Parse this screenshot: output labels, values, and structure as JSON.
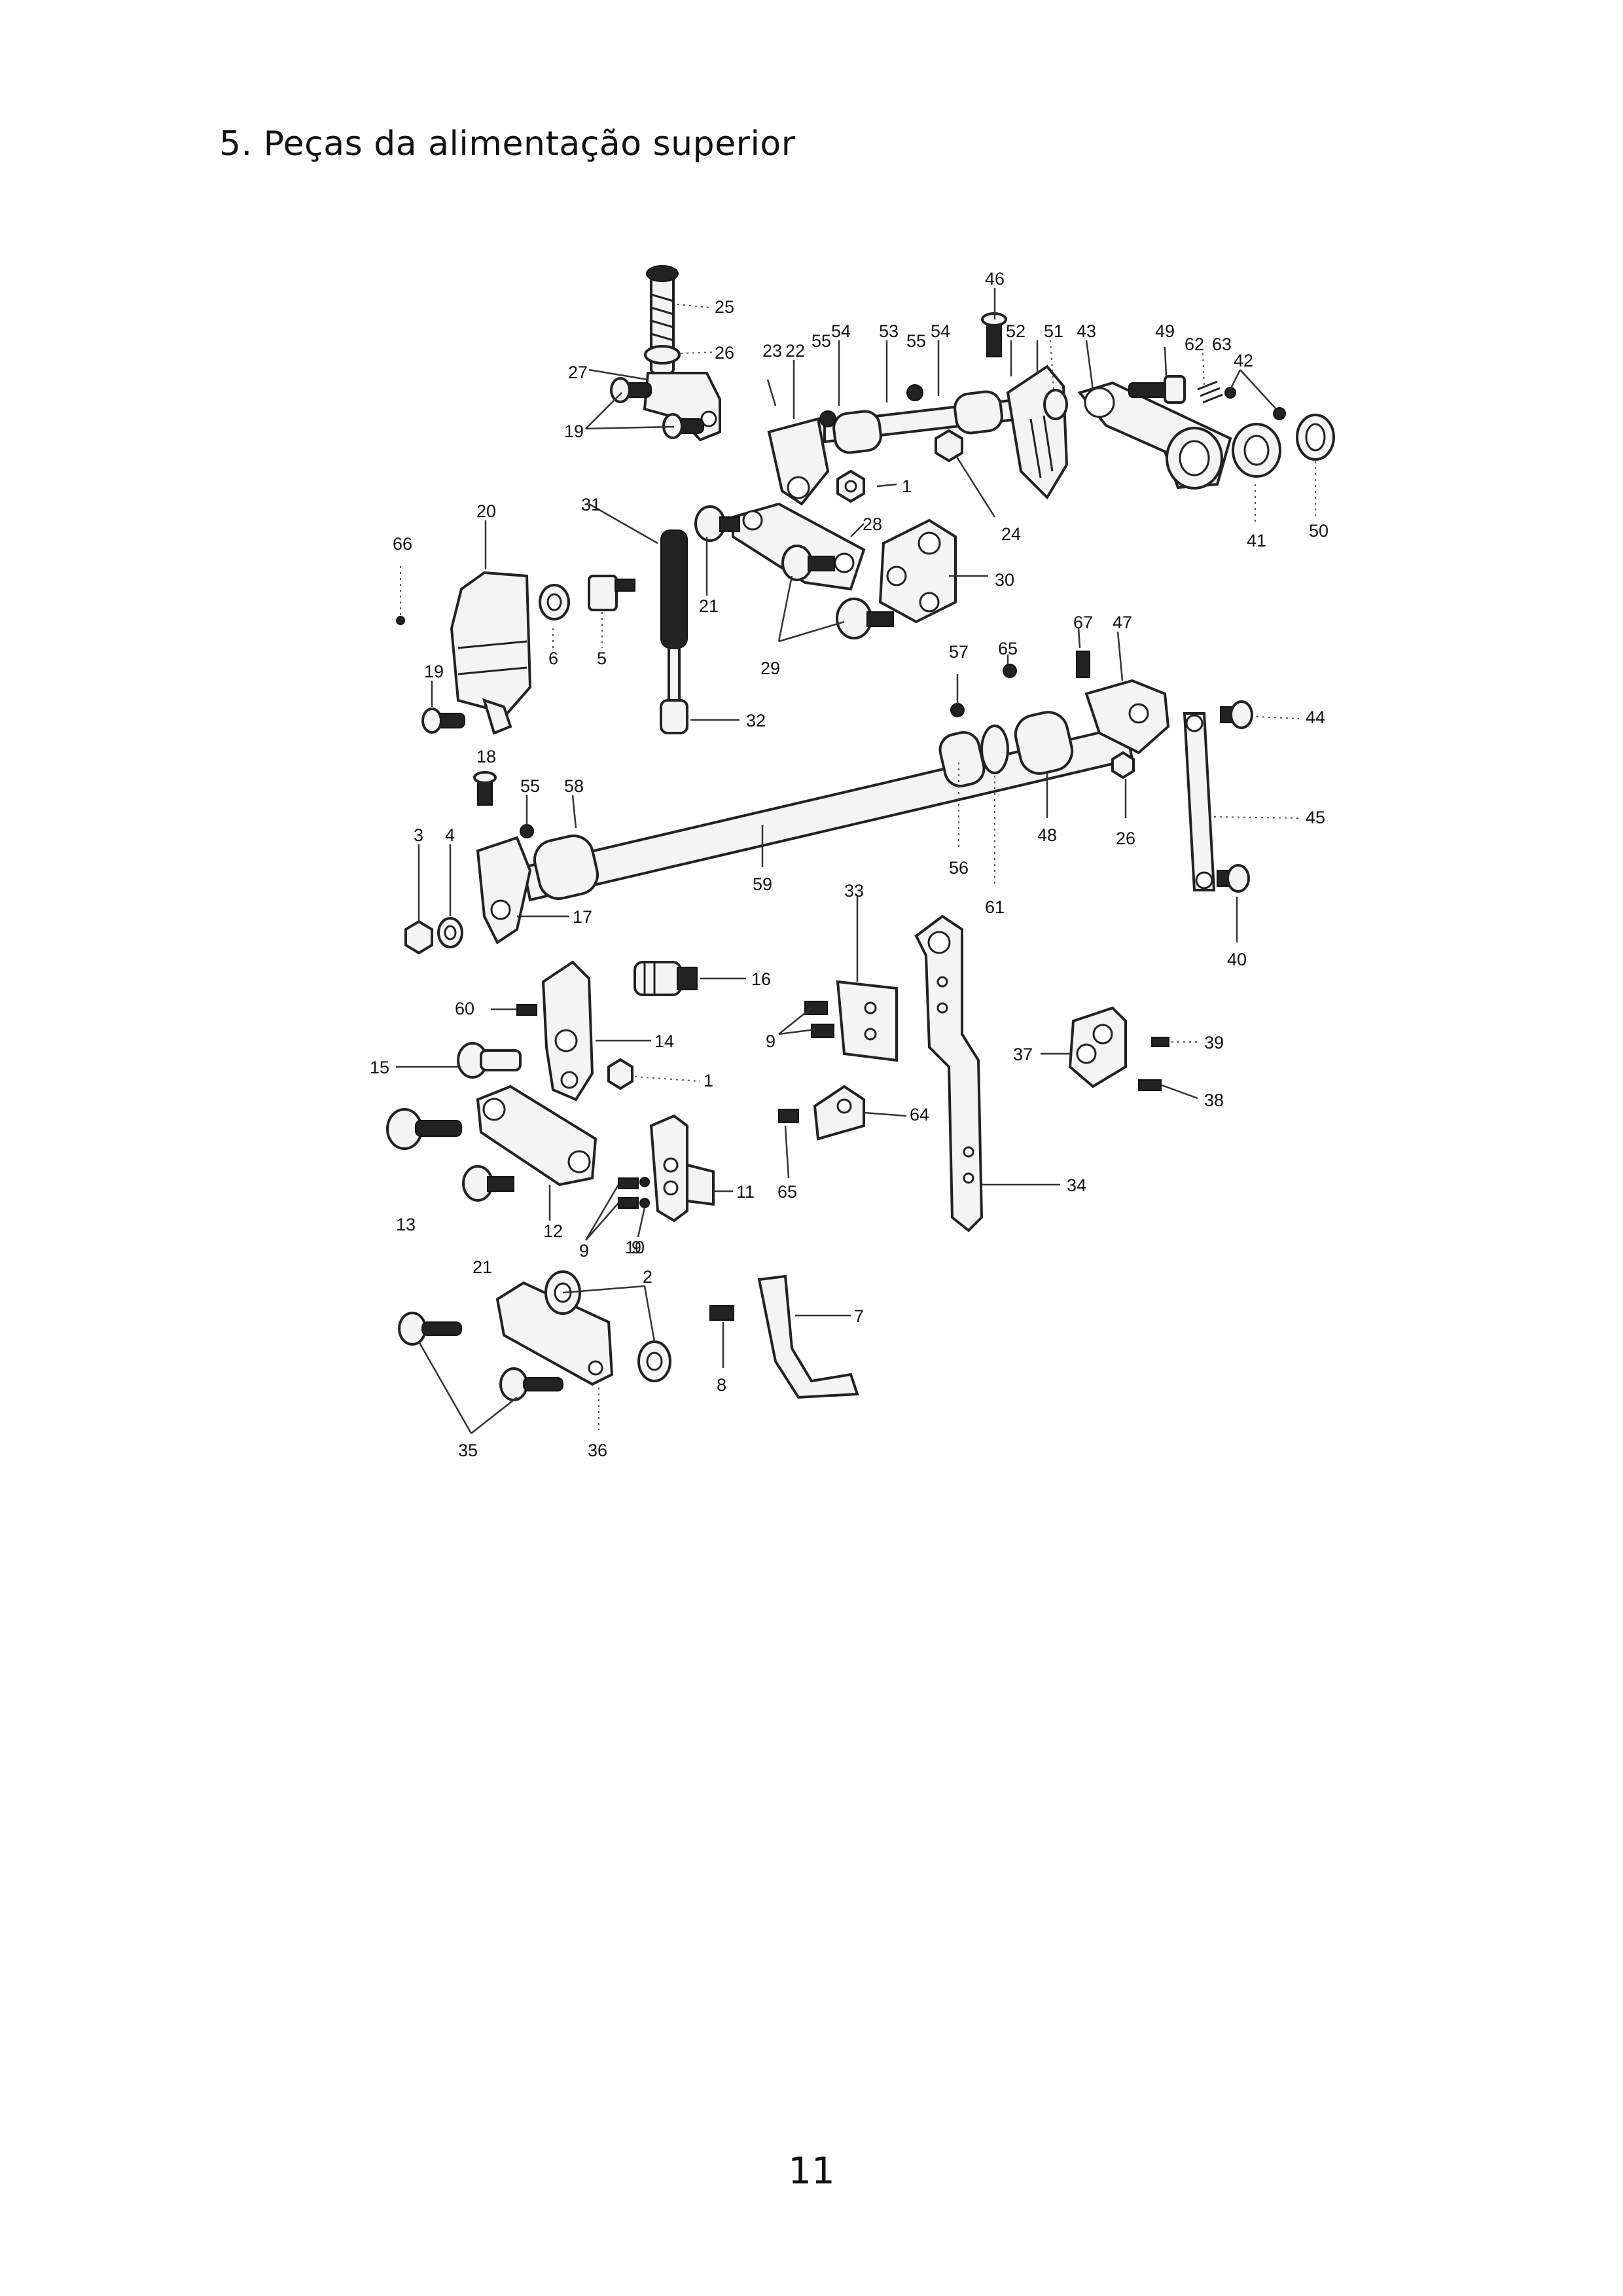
{
  "page": {
    "title": "5. Peças da alimentação superior",
    "number": "11"
  },
  "labels": [
    "1",
    "1",
    "2",
    "3",
    "4",
    "5",
    "6",
    "7",
    "8",
    "9",
    "9",
    "9",
    "10",
    "11",
    "12",
    "13",
    "14",
    "15",
    "16",
    "17",
    "18",
    "19",
    "19",
    "20",
    "21",
    "21",
    "22",
    "23",
    "24",
    "25",
    "26",
    "26",
    "27",
    "28",
    "29",
    "30",
    "31",
    "32",
    "33",
    "34",
    "35",
    "36",
    "37",
    "38",
    "39",
    "40",
    "41",
    "42",
    "43",
    "44",
    "45",
    "46",
    "47",
    "48",
    "49",
    "50",
    "51",
    "52",
    "53",
    "54",
    "54",
    "55",
    "55",
    "55",
    "56",
    "57",
    "58",
    "59",
    "60",
    "61",
    "62",
    "63",
    "64",
    "65",
    "65",
    "66",
    "67"
  ]
}
